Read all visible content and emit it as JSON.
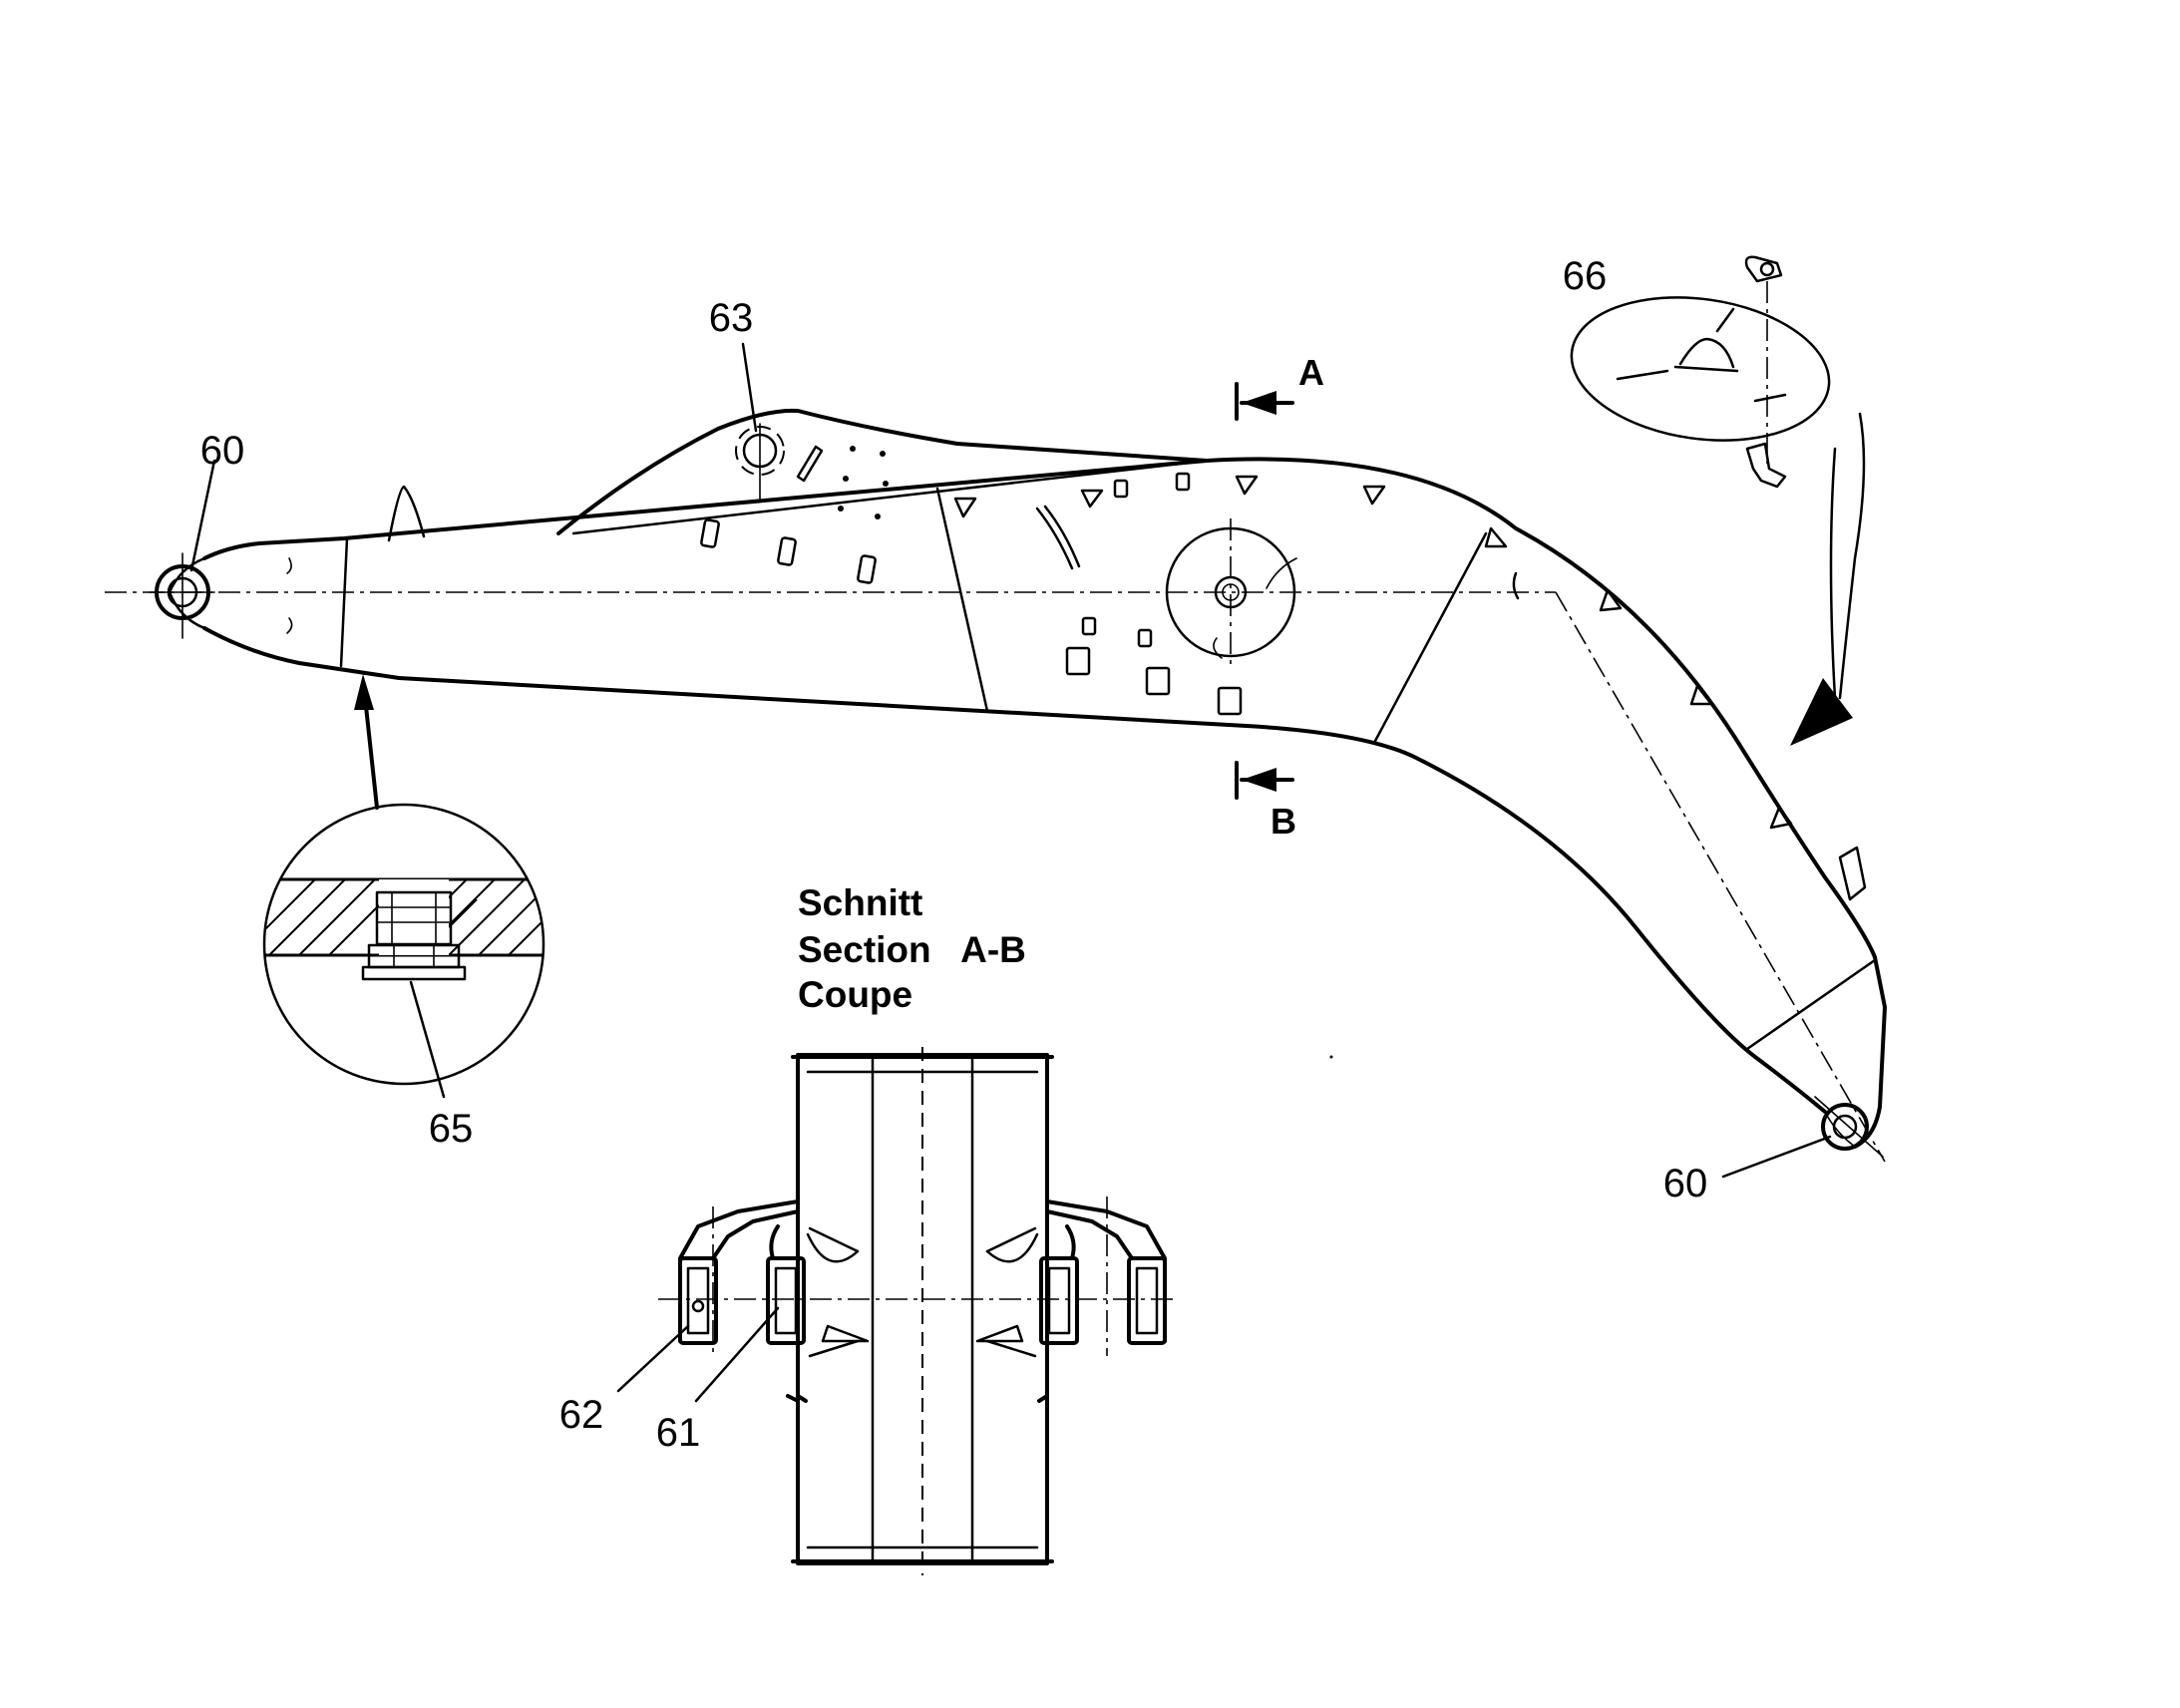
{
  "callouts": {
    "pin_left": "60",
    "pin_right": "60",
    "upper_bearing": "63",
    "detail_plug": "65",
    "detail_lube": "66",
    "bushing_outer": "62",
    "bushing_inner": "61"
  },
  "section_marks": {
    "top_letter": "A",
    "bottom_letter": "B"
  },
  "section_title": {
    "line1": "Schnitt",
    "line2": "Section   A-B",
    "line3": "Coupe"
  },
  "icons": [
    "boom-outline",
    "pin-circle",
    "detail-magnifier-circle",
    "lube-fitting-detail",
    "section-arrow",
    "leader-arrow"
  ]
}
